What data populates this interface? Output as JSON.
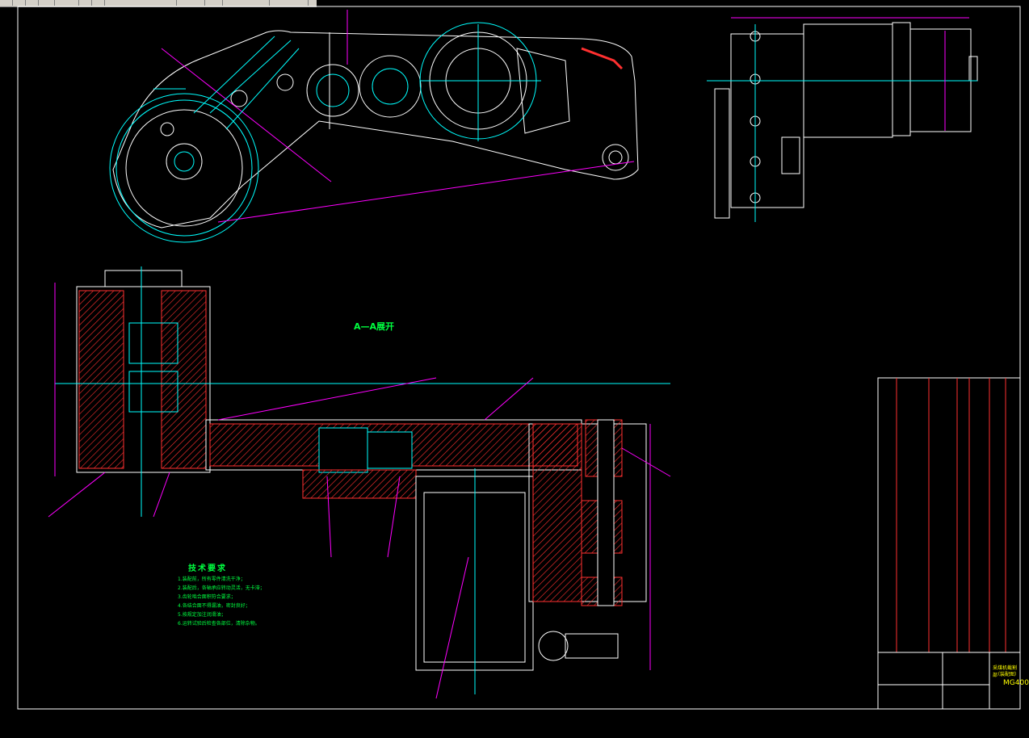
{
  "app": {
    "toolbar_icons": [
      "new-icon",
      "open-icon",
      "save-icon",
      "print-icon",
      "cut-icon",
      "copy-icon",
      "paste-icon",
      "undo-icon",
      "redo-icon",
      "pan-icon",
      "zoom-icon",
      "properties-icon"
    ]
  },
  "drawing": {
    "section_title": "A—A展开",
    "tech_title": "技术要求",
    "tech_notes": [
      "1.装配前，所有零件清洗干净；",
      "2.装配后，各轴承应转动灵活，无卡滞；",
      "3.齿轮啮合面积符合要求；",
      "4.各结合面不得漏油，密封良好；",
      "5.按规定加注润滑油；",
      "6.运转试验后检查各部位，清除杂物。"
    ],
    "drawing_code_fragment": "MG400",
    "title_cell_a": "采煤机截割部",
    "title_cell_b": "（装配图）"
  },
  "colors": {
    "background": "#000000",
    "outline": "#ffffff",
    "center": "#00ffff",
    "dimension": "#ff00ff",
    "hatch": "#ff3030",
    "text": "#00ff40",
    "yellow": "#ffff00"
  }
}
